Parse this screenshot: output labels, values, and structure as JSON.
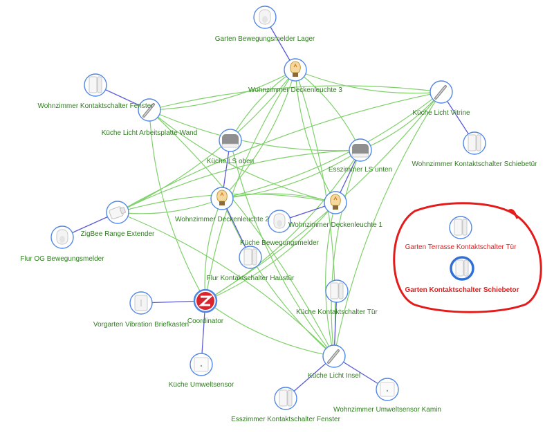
{
  "colors": {
    "mesh_link": "#7fd06a",
    "route_link": "#5a5ad6",
    "node_ring": "#4f86e6",
    "node_ring_selected": "#2f6fd6",
    "label_online": "#2f7d1f",
    "label_offline": "#e02020",
    "highlight": "#e31b1b"
  },
  "nodes": [
    {
      "id": "garten_bewegung",
      "label": "Garten Bewegungsmelder Lager",
      "icon": "motion-sensor-icon",
      "status": "online"
    },
    {
      "id": "wz_decke3",
      "label": "Wohnzimmer Deckenleuchte 3",
      "icon": "bulb-icon",
      "status": "online"
    },
    {
      "id": "wz_kontakt_fenster",
      "label": "Wohnzimmer Kontaktschalter Fenster",
      "icon": "contact-sensor-icon",
      "status": "online"
    },
    {
      "id": "kueche_arbeitsplatte",
      "label": "Küche Licht Arbeitsplatte Wand",
      "icon": "light-strip-icon",
      "status": "online"
    },
    {
      "id": "kueche_vitrine",
      "label": "Küche Licht Vitrine",
      "icon": "light-strip-icon",
      "status": "online"
    },
    {
      "id": "wz_kontakt_schiebe",
      "label": "Wohnzimmer Kontaktschalter Schiebetür",
      "icon": "contact-sensor-icon",
      "status": "online"
    },
    {
      "id": "kueche_ls_oben",
      "label": "Küche LS oben",
      "icon": "speaker-icon",
      "status": "online"
    },
    {
      "id": "esszimmer_ls",
      "label": "Esszimmer LS unten",
      "icon": "speaker-icon",
      "status": "online"
    },
    {
      "id": "wz_decke2",
      "label": "Wohnzimmer Deckenleuchte 2",
      "icon": "bulb-icon",
      "status": "online"
    },
    {
      "id": "wz_decke1",
      "label": "Wohnzimmer Deckenleuchte 1",
      "icon": "bulb-icon",
      "status": "online"
    },
    {
      "id": "range_ext",
      "label": "ZigBee Range Extender",
      "icon": "plug-icon",
      "status": "online"
    },
    {
      "id": "kueche_bewegung",
      "label": "Küche Bewegungsmelder",
      "icon": "motion-sensor-icon",
      "status": "online"
    },
    {
      "id": "flur_og",
      "label": "Flur OG Bewegungsmelder",
      "icon": "motion-sensor-icon",
      "status": "online"
    },
    {
      "id": "flur_haustuer",
      "label": "Flur Kontaktschalter Haustür",
      "icon": "contact-sensor-icon",
      "status": "online"
    },
    {
      "id": "coordinator",
      "label": "Coordinator",
      "icon": "zigbee-coordinator-icon",
      "status": "online"
    },
    {
      "id": "vorgarten",
      "label": "Vorgarten Vibration Briefkasten",
      "icon": "vibration-sensor-icon",
      "status": "online"
    },
    {
      "id": "kueche_kontakt_tuer",
      "label": "Küche Kontaktschalter Tür",
      "icon": "contact-sensor-icon",
      "status": "online"
    },
    {
      "id": "kueche_umwelt",
      "label": "Küche Umweltsensor",
      "icon": "temperature-sensor-icon",
      "status": "online"
    },
    {
      "id": "kueche_insel",
      "label": "Küche Licht Insel",
      "icon": "light-strip-icon",
      "status": "online"
    },
    {
      "id": "ess_kontakt_fenster",
      "label": "Esszimmer Kontaktschalter Fenster",
      "icon": "contact-sensor-icon",
      "status": "online"
    },
    {
      "id": "wz_umwelt",
      "label": "Wohnzimmer Umweltsensor Kamin",
      "icon": "temperature-sensor-icon",
      "status": "online"
    },
    {
      "id": "garten_terrasse",
      "label": "Garten Terrasse Kontaktschalter Tür",
      "icon": "contact-sensor-icon",
      "status": "offline"
    },
    {
      "id": "garten_schiebetor",
      "label": "Garten Kontaktschalter Schiebetor",
      "icon": "contact-sensor-icon",
      "status": "offline",
      "selected": true
    }
  ],
  "route_links": [
    [
      "garten_bewegung",
      "wz_decke3"
    ],
    [
      "wz_kontakt_fenster",
      "kueche_arbeitsplatte"
    ],
    [
      "kueche_vitrine",
      "wz_kontakt_schiebe"
    ],
    [
      "kueche_ls_oben",
      "wz_decke2"
    ],
    [
      "esszimmer_ls",
      "wz_decke1"
    ],
    [
      "flur_og",
      "range_ext"
    ],
    [
      "kueche_bewegung",
      "wz_decke1"
    ],
    [
      "flur_haustuer",
      "wz_decke2"
    ],
    [
      "vorgarten",
      "coordinator"
    ],
    [
      "kueche_umwelt",
      "coordinator"
    ],
    [
      "kueche_kontakt_tuer",
      "kueche_insel"
    ],
    [
      "ess_kontakt_fenster",
      "kueche_insel"
    ],
    [
      "wz_umwelt",
      "kueche_insel"
    ]
  ],
  "mesh_links": [
    [
      "wz_decke3",
      "kueche_arbeitsplatte"
    ],
    [
      "wz_decke3",
      "kueche_vitrine"
    ],
    [
      "wz_decke3",
      "wz_decke2"
    ],
    [
      "wz_decke3",
      "wz_decke1"
    ],
    [
      "wz_decke3",
      "range_ext"
    ],
    [
      "wz_decke3",
      "coordinator"
    ],
    [
      "wz_decke3",
      "kueche_insel"
    ],
    [
      "wz_decke3",
      "kueche_ls_oben"
    ],
    [
      "wz_decke3",
      "esszimmer_ls"
    ],
    [
      "kueche_arbeitsplatte",
      "esszimmer_ls"
    ],
    [
      "kueche_arbeitsplatte",
      "kueche_vitrine"
    ],
    [
      "kueche_arbeitsplatte",
      "wz_decke1"
    ],
    [
      "kueche_arbeitsplatte",
      "kueche_insel"
    ],
    [
      "kueche_arbeitsplatte",
      "coordinator"
    ],
    [
      "kueche_vitrine",
      "wz_decke2"
    ],
    [
      "kueche_vitrine",
      "range_ext"
    ],
    [
      "kueche_vitrine",
      "coordinator"
    ],
    [
      "kueche_vitrine",
      "kueche_insel"
    ],
    [
      "kueche_vitrine",
      "esszimmer_ls"
    ],
    [
      "esszimmer_ls",
      "range_ext"
    ],
    [
      "esszimmer_ls",
      "coordinator"
    ],
    [
      "esszimmer_ls",
      "kueche_insel"
    ],
    [
      "esszimmer_ls",
      "wz_decke2"
    ],
    [
      "kueche_ls_oben",
      "kueche_insel"
    ],
    [
      "wz_decke2",
      "wz_decke1"
    ],
    [
      "wz_decke2",
      "kueche_insel"
    ],
    [
      "wz_decke2",
      "range_ext"
    ],
    [
      "wz_decke1",
      "range_ext"
    ],
    [
      "wz_decke1",
      "coordinator"
    ],
    [
      "wz_decke1",
      "kueche_insel"
    ],
    [
      "range_ext",
      "kueche_insel"
    ],
    [
      "coordinator",
      "kueche_insel"
    ],
    [
      "coordinator",
      "wz_decke2"
    ]
  ]
}
